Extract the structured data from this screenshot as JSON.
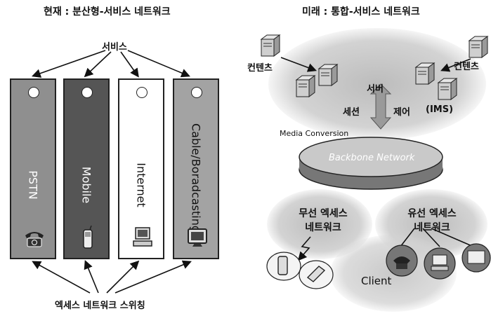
{
  "left": {
    "title": "현재 : 분산형-서비스 네트워크",
    "top_label": "서비스",
    "bottom_label": "엑세스 네트워크 스위칭",
    "services": [
      {
        "name": "PSTN",
        "fill": "#8f8f8f",
        "text_color": "#ffffff",
        "device": "telephone-icon"
      },
      {
        "name": "Mobile",
        "fill": "#555555",
        "text_color": "#ffffff",
        "device": "mobile-phone-icon"
      },
      {
        "name": "Internet",
        "fill": "#ffffff",
        "text_color": "#111111",
        "device": "computer-icon"
      },
      {
        "name": "Cable/Boradcasting",
        "fill": "#a3a3a3",
        "text_color": "#111111",
        "device": "tv-icon"
      }
    ]
  },
  "right": {
    "title": "미래 : 통합-서비스 네트워크",
    "content_left": "컨텐츠",
    "content_right": "컨텐츠",
    "server": "서버",
    "session": "세션",
    "control": "제어",
    "ims": "(IMS)",
    "media_conversion": "Media Conversion",
    "backbone": "Backbone Network",
    "wireless_access": [
      "무선 엑세스",
      "네트워크"
    ],
    "wired_access": [
      "유선 엑세스",
      "네트워크"
    ],
    "client": "Client"
  }
}
